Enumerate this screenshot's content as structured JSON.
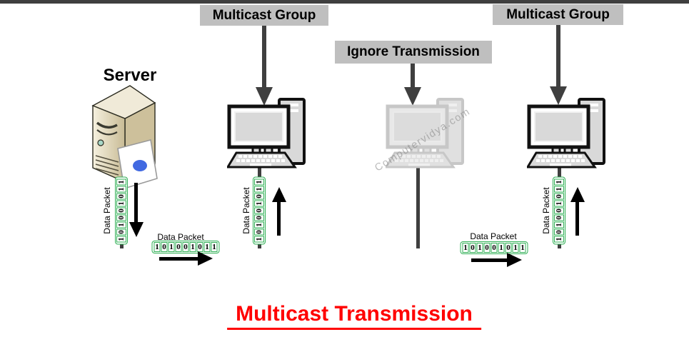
{
  "title": {
    "text": "Multicast Transmission",
    "color": "#FF0000"
  },
  "watermark": {
    "text": "Computervidya.com"
  },
  "server": {
    "label": "Server"
  },
  "groups": {
    "multicast_group_1": {
      "label": "Multicast Group"
    },
    "ignore_transmission": {
      "label": "Ignore Transmission"
    },
    "multicast_group_2": {
      "label": "Multicast Group"
    }
  },
  "packet": {
    "label": "Data Packet",
    "bits": "101001011"
  },
  "colors": {
    "bus_line": "#3F3F3F",
    "label_box_bg": "#BFBFBF",
    "packet_green": "#2FAF54",
    "title_red": "#FF0000",
    "server_beige": "#D6CAA8",
    "floppy_blue": "#4169E1"
  }
}
